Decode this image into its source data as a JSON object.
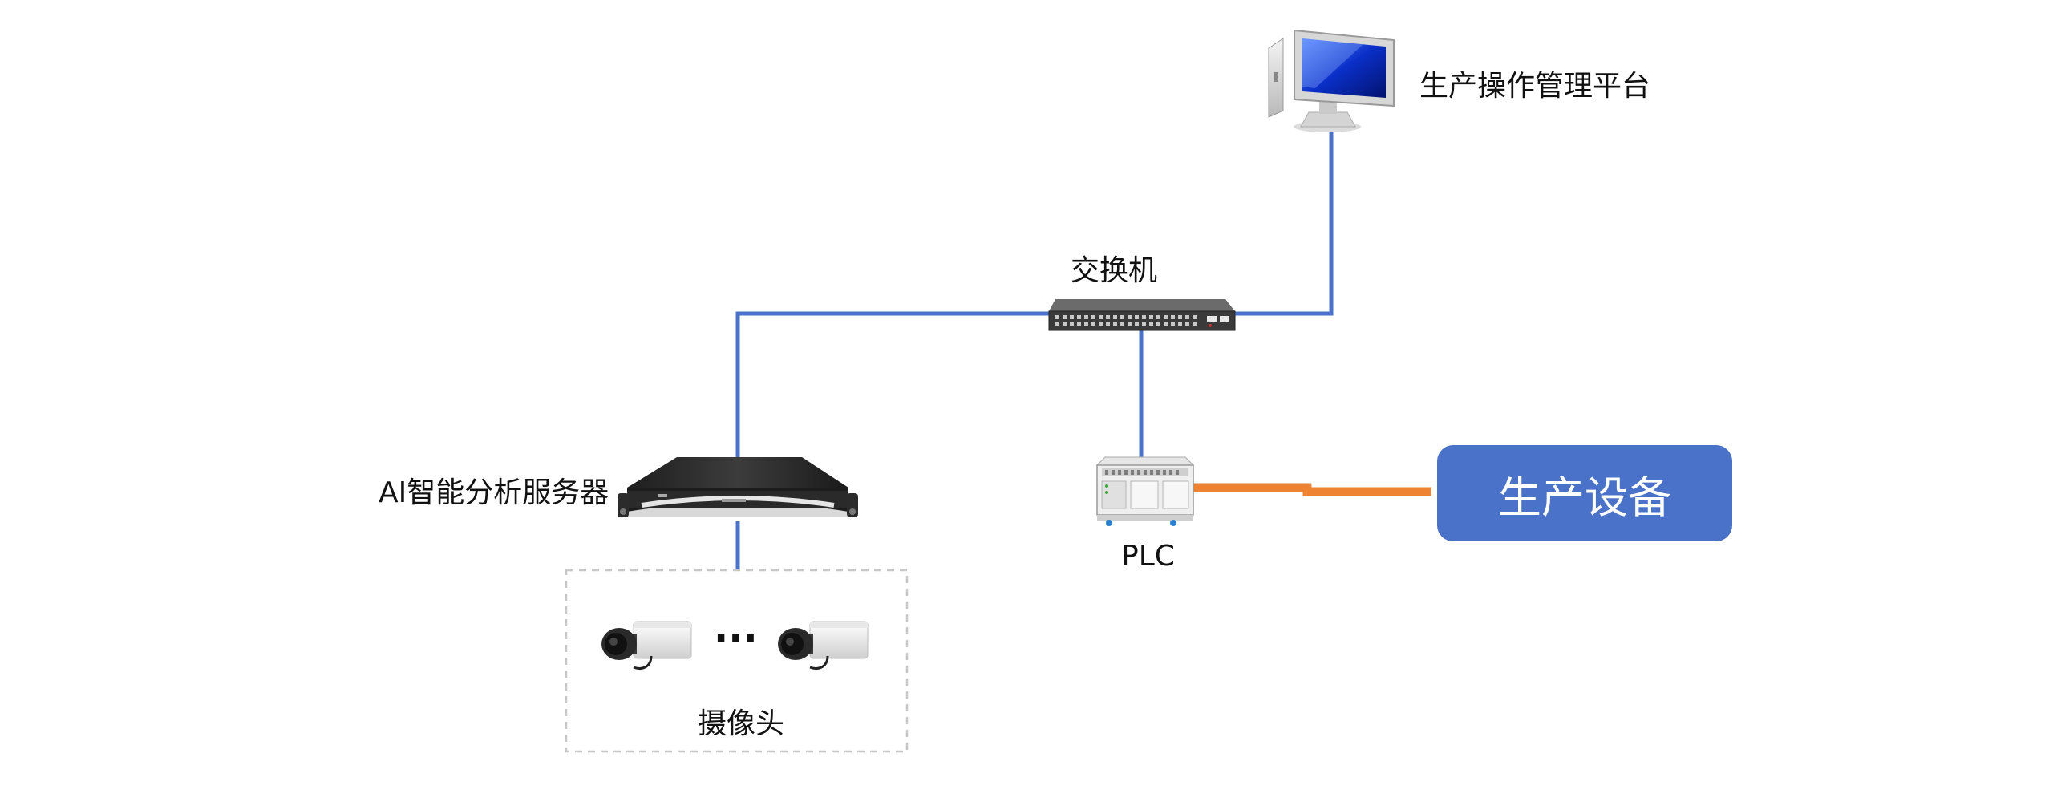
{
  "diagram": {
    "nodes": {
      "platform": {
        "label": "生产操作管理平台",
        "icon": "desktop-computer-icon"
      },
      "switch": {
        "label": "交换机",
        "icon": "network-switch-icon"
      },
      "ai_server": {
        "label": "AI智能分析服务器",
        "icon": "rack-server-icon"
      },
      "plc": {
        "label": "PLC",
        "icon": "plc-module-icon"
      },
      "equipment": {
        "label": "生产设备"
      },
      "cameras": {
        "label": "摄像头",
        "ellipsis": "···",
        "icon": "camera-icon"
      }
    },
    "edges": [
      {
        "from": "switch",
        "to": "platform"
      },
      {
        "from": "switch",
        "to": "ai_server"
      },
      {
        "from": "switch",
        "to": "plc"
      },
      {
        "from": "ai_server",
        "to": "cameras"
      },
      {
        "from": "plc",
        "to": "equipment"
      }
    ],
    "colors": {
      "network_line": "#4a72c9",
      "field_line": "#ee8431",
      "equipment_fill": "#4a72c9",
      "group_border": "#c8c8c8"
    }
  }
}
